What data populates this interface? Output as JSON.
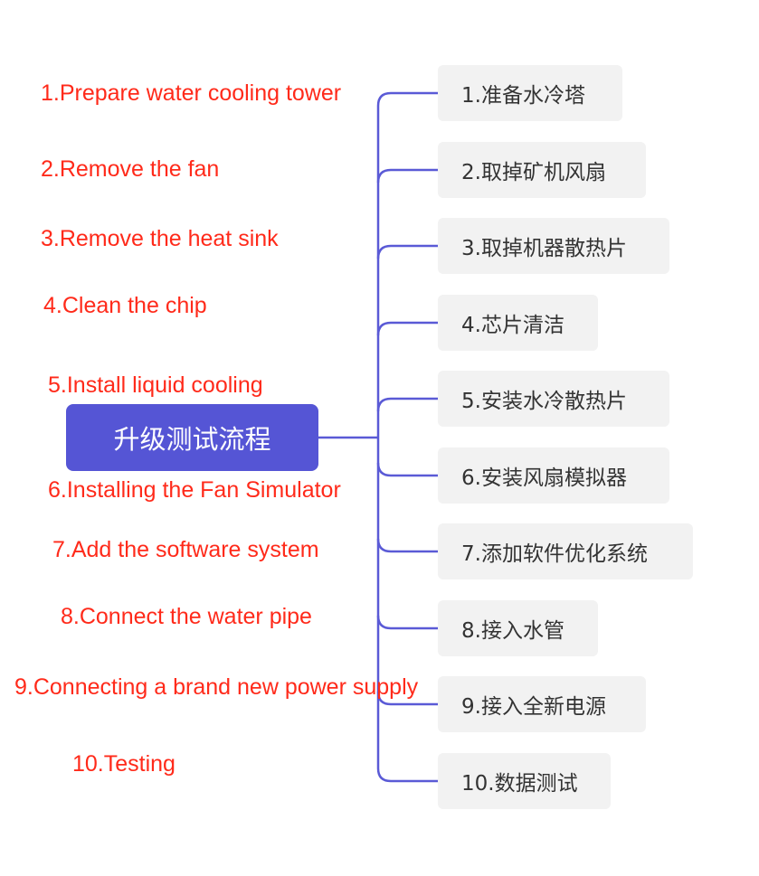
{
  "root": {
    "label": "升级测试流程",
    "color": "#5555d5"
  },
  "line_color": "#5a5ad6",
  "steps": [
    {
      "cn": "1.准备水冷塔",
      "en": "1.Prepare water cooling tower"
    },
    {
      "cn": "2.取掉矿机风扇",
      "en": "2.Remove the fan"
    },
    {
      "cn": "3.取掉机器散热片",
      "en": "3.Remove the heat sink"
    },
    {
      "cn": "4.芯片清洁",
      "en": "4.Clean the chip"
    },
    {
      "cn": "5.安装水冷散热片",
      "en": "5.Install liquid cooling"
    },
    {
      "cn": "6.安装风扇模拟器",
      "en": "6.Installing the Fan Simulator"
    },
    {
      "cn": "7.添加软件优化系统",
      "en": "7.Add the software system"
    },
    {
      "cn": "8.接入水管",
      "en": "8.Connect the water pipe"
    },
    {
      "cn": "9.接入全新电源",
      "en": "9.Connecting a brand new power supply"
    },
    {
      "cn": "10.数据测试",
      "en": "10.Testing"
    }
  ]
}
